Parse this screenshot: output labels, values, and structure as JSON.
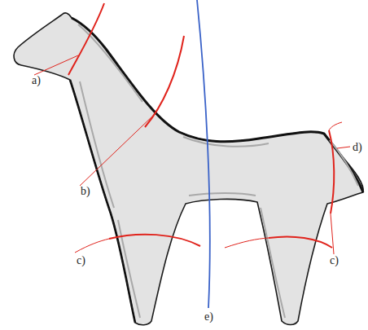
{
  "diagram": {
    "labels": [
      "a)",
      "b)",
      "c)",
      "c)",
      "d)",
      "e)"
    ]
  }
}
